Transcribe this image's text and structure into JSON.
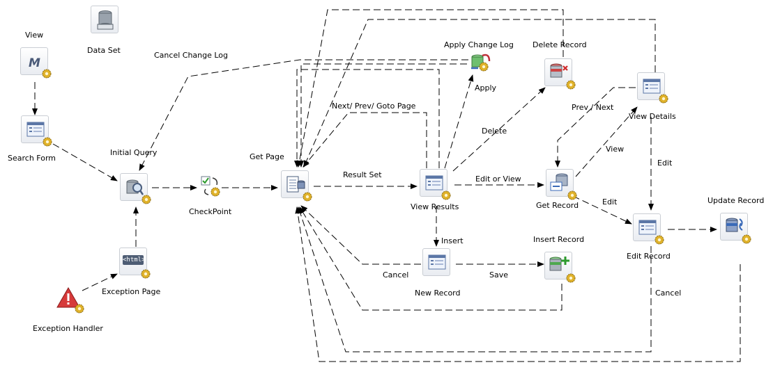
{
  "nodes": {
    "view": {
      "label": "View"
    },
    "data_set": {
      "label": "Data Set"
    },
    "search_form": {
      "label": "Search Form"
    },
    "initial_query": {
      "label": "Initial Query"
    },
    "checkpoint": {
      "label": "CheckPoint"
    },
    "get_page": {
      "label": "Get Page"
    },
    "view_results": {
      "label": "View Results"
    },
    "apply_change_log": {
      "label": "Apply Change Log"
    },
    "delete_record": {
      "label": "Delete Record"
    },
    "get_record": {
      "label": "Get Record"
    },
    "view_details": {
      "label": "View Details"
    },
    "edit_record": {
      "label": "Edit Record"
    },
    "update_record": {
      "label": "Update Record"
    },
    "new_record": {
      "label": "New Record"
    },
    "insert_record": {
      "label": "Insert Record"
    },
    "exception_page": {
      "label": "Exception Page",
      "icon_text": "<html>"
    },
    "exception_handler": {
      "label": "Exception Handler"
    }
  },
  "edges": {
    "cancel_change_log": "Cancel Change Log",
    "next_prev_goto": "Next/ Prev/ Goto Page",
    "result_set": "Result Set",
    "apply": "Apply",
    "delete": "Delete",
    "edit_or_view": "Edit or View",
    "prev_next": "Prev / Next",
    "view": "View",
    "edit_from_get": "Edit",
    "edit_from_details": "Edit",
    "insert": "Insert",
    "cancel_new": "Cancel",
    "save": "Save",
    "cancel_edit": "Cancel"
  }
}
